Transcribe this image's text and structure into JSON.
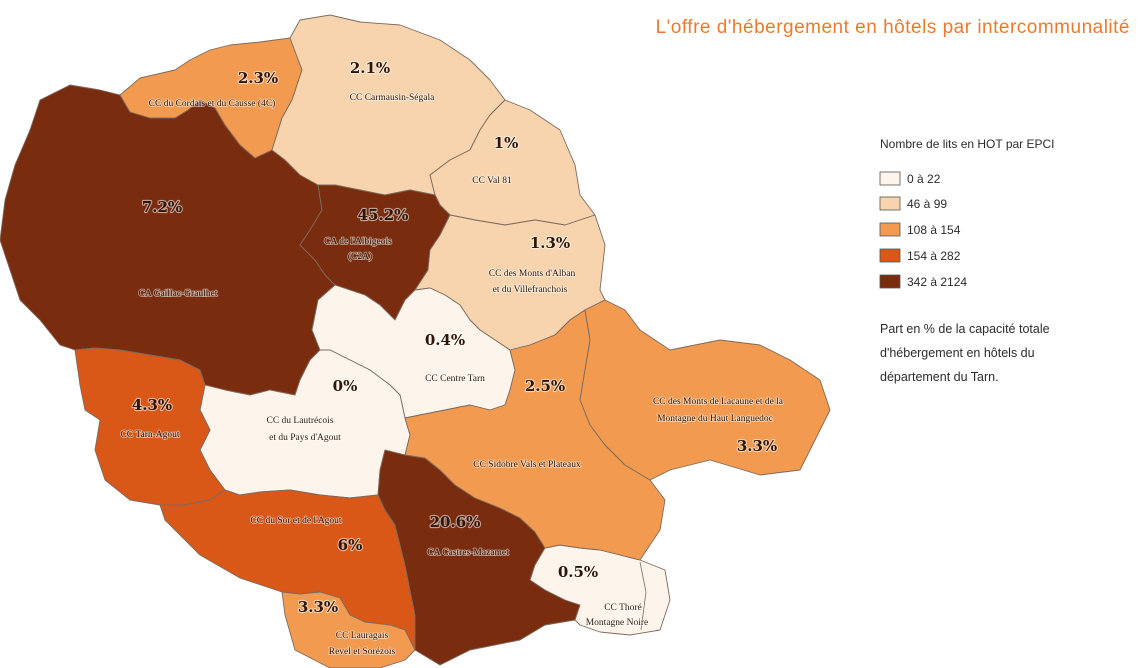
{
  "title": "L'offre d'hébergement en hôtels par intercommunalité",
  "legend": {
    "title": "Nombre de lits en HOT par EPCI",
    "classes": [
      {
        "label": "0 à 22",
        "color": "#fdf4ec"
      },
      {
        "label": "46 à 99",
        "color": "#f8d4ae"
      },
      {
        "label": "108 à 154",
        "color": "#f29b50"
      },
      {
        "label": "154 à 282",
        "color": "#d95818"
      },
      {
        "label": "342 à 2124",
        "color": "#7a2c0e"
      }
    ],
    "note": [
      "Part en % de la capacité totale",
      "d'hébergement en hôtels du",
      "département du Tarn."
    ]
  },
  "regions": [
    {
      "name_lines": [
        "CC du Cordais et du Causse (4C)"
      ],
      "share": "2.3%",
      "class": 2
    },
    {
      "name_lines": [
        "CC Carmausin-Ségala"
      ],
      "share": "2.1%",
      "class": 1
    },
    {
      "name_lines": [
        "CC Val 81"
      ],
      "share": "1%",
      "class": 1
    },
    {
      "name_lines": [
        "CA Gaillac-Graulhet"
      ],
      "share": "7.2%",
      "class": 4
    },
    {
      "name_lines": [
        "CA de l'Albigeois",
        "(C2A)"
      ],
      "share": "45.2%",
      "class": 4
    },
    {
      "name_lines": [
        "CC des Monts d'Alban",
        "et du Villefranchois"
      ],
      "share": "1.3%",
      "class": 1
    },
    {
      "name_lines": [
        "CC Centre Tarn"
      ],
      "share": "0.4%",
      "class": 0
    },
    {
      "name_lines": [
        "CC du Lautrécois",
        "et du Pays d'Agout"
      ],
      "share": "0%",
      "class": 0
    },
    {
      "name_lines": [
        "CC Tarn-Agout"
      ],
      "share": "4.3%",
      "class": 3
    },
    {
      "name_lines": [
        "CC des Monts de Lacaune et de la",
        "Montagne du Haut Languedoc"
      ],
      "share": "3.3%",
      "class": 2
    },
    {
      "name_lines": [
        "CC Sidobre Vals et Plateaux"
      ],
      "share": "2.5%",
      "class": 2
    },
    {
      "name_lines": [
        "CC du Sor et de l'Agout"
      ],
      "share": "6%",
      "class": 3
    },
    {
      "name_lines": [
        "CA Castres-Mazamet"
      ],
      "share": "20.6%",
      "class": 4
    },
    {
      "name_lines": [
        "CC Lauragais",
        "Revel et Sorézois"
      ],
      "share": "3.3%",
      "class": 2
    },
    {
      "name_lines": [
        "CC Thoré",
        "Montagne Noire"
      ],
      "share": "0.5%",
      "class": 0
    }
  ]
}
